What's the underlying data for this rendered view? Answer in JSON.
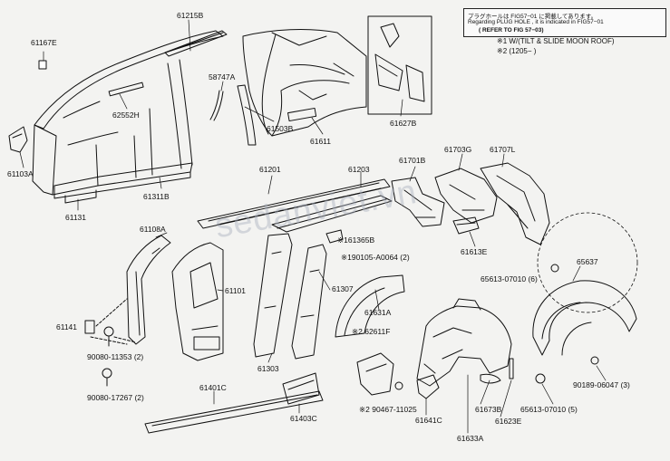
{
  "note": {
    "line1": "プラグホールは FIG57−01 に掲載してあります。",
    "line2": "Regarding PLUG HOLE , it is indicated in FIG57−01",
    "line3": "( REFER TO FIG 57−03)"
  },
  "options": [
    "※1 W/(TILT & SLIDE MOON ROOF)",
    "※2 (1205−        )"
  ],
  "watermark": "sedanviet.vn",
  "part_labels": [
    "61167E",
    "61215B",
    "58747A",
    "62552H",
    "61103A",
    "61311B",
    "61131",
    "61503B",
    "61611",
    "61627B",
    "61701B",
    "61703G",
    "61707L",
    "61201",
    "61203",
    "※161365B",
    "61613E",
    "※190105-A0064 (2)",
    "61108A",
    "61101",
    "61307",
    "61631A",
    "65637",
    "65613-07010 (6)",
    "61141",
    "90080-11353 (2)",
    "※2 62611F",
    "61303",
    "90080-17267 (2)",
    "61401C",
    "61403C",
    "※2 90467-11025",
    "61641C",
    "61673B",
    "61623E",
    "61633A",
    "65613-07010 (5)",
    "90189-06047 (3)"
  ],
  "colors": {
    "line": "#111111",
    "background": "#f3f3f1",
    "watermark": "#aab2be"
  }
}
